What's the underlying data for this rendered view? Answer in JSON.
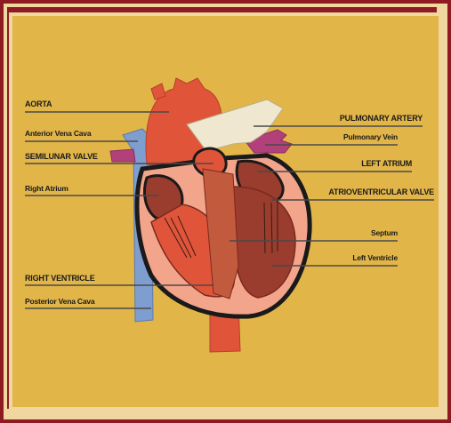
{
  "diagram": {
    "labels_left": {
      "aorta": "AORTA",
      "anterior_vena_cava": "Anterior Vena Cava",
      "semilunar_valve": "SEMILUNAR VALVE",
      "right_atrium": "Right Atrium",
      "right_ventricle": "RIGHT VENTRICLE",
      "posterior_vena_cava": "Posterior Vena Cava"
    },
    "labels_right": {
      "pulmonary_artery": "PULMONARY ARTERY",
      "pulmonary_vein": "Pulmonary Vein",
      "left_atrium": "LEFT ATRIUM",
      "atrioventricular_valve": "ATRIOVENTRICULAR VALVE",
      "septum": "Septum",
      "left_ventricle": "Left Ventricle"
    },
    "colors": {
      "frame": "#8e1b24",
      "background": "#e2b548",
      "aorta": "#e0553a",
      "vena_cava": "#7f9ed0",
      "pulmonary_artery": "#efe7cf",
      "pulmonary_vein": "#b2407a",
      "heart_outline": "#1a1a1a"
    }
  }
}
